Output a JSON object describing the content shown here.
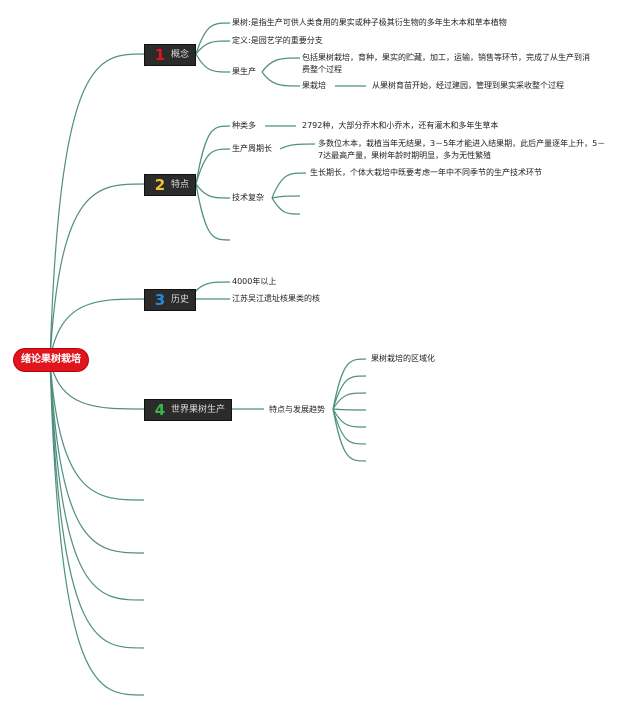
{
  "root": {
    "label": "绪论果树栽培"
  },
  "topics": [
    {
      "num": "1",
      "label": "概念",
      "num_color": "#e0151d"
    },
    {
      "num": "2",
      "label": "特点",
      "num_color": "#f2c12e"
    },
    {
      "num": "3",
      "label": "历史",
      "num_color": "#2a86d9"
    },
    {
      "num": "4",
      "label": "世界果树生产",
      "num_color": "#3ab54a"
    }
  ],
  "concept": {
    "fruit_tree": "果树:是指生产可供人类食用的果实或种子极其衍生物的多年生木本和草本植物",
    "definition": "定义:是园艺学的重要分支",
    "production": {
      "label": "果生产",
      "detail": "包括果树栽培，育种，果实的贮藏，加工，运输，销售等环节，完成了从生产到消费整个过程",
      "cultivation_label": "果栽培",
      "cultivation_detail": "从果树育苗开始，经过建园，管理到果实采收整个过程"
    }
  },
  "features": {
    "variety": {
      "label": "种类多",
      "detail": "2792种，大部分乔木和小乔木，还有灌木和多年生草本"
    },
    "period": {
      "label": "生产周期长",
      "detail": "多数位木本，栽植当年无结果，3－5年才能进入结果期，此后产量逐年上升，5－7达最高产量，果树年龄时期明显，多为无性繁殖"
    },
    "technique": {
      "label": "技术复杂",
      "detail": "生长期长，个体大栽培中既要考虑一年中不同季节的生产技术环节"
    }
  },
  "history": {
    "years": "4000年以上",
    "site": "江苏吴江遗址核果类的核"
  },
  "world": {
    "trend": "特点与发展趋势",
    "regional": "果树栽培的区域化"
  },
  "colors": {
    "line": "#4e8f7f",
    "root_bg": "#e0151d",
    "topic_bg": "#2b2b2b"
  }
}
